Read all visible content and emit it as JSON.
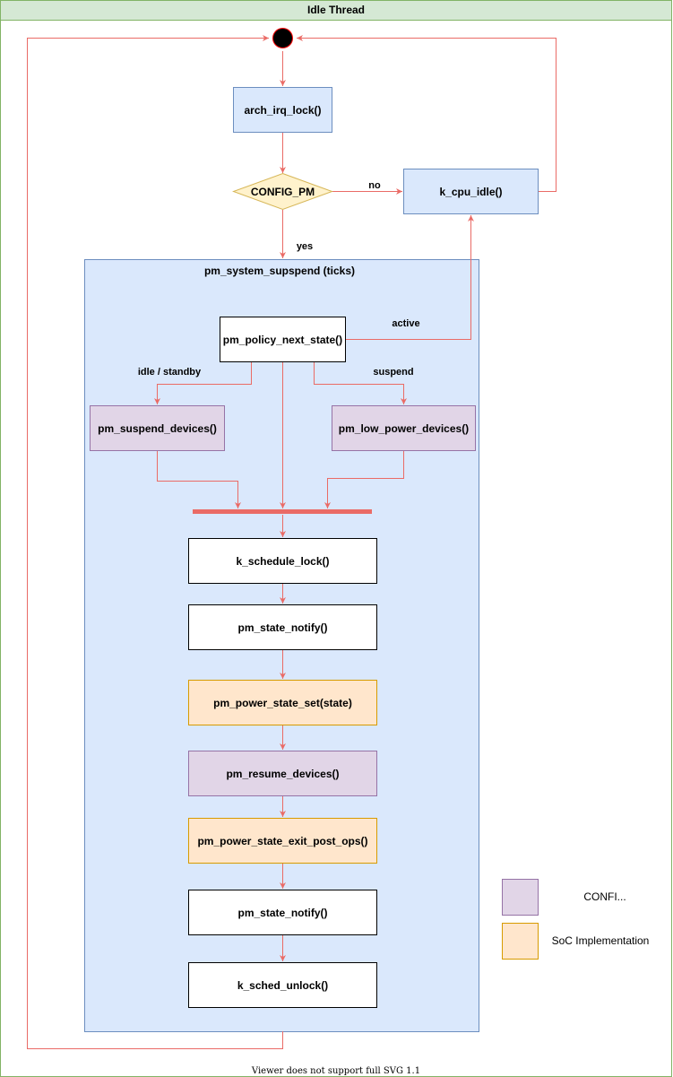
{
  "title": "Idle Thread",
  "nodes": {
    "arch_irq_lock": "arch_irq_lock()",
    "config_pm": "CONFIG_PM",
    "k_cpu_idle": "k_cpu_idle()",
    "container": "pm_system_supspend (ticks)",
    "policy_next_state": "pm_policy_next_state()",
    "suspend_devices": "pm_suspend_devices()",
    "low_power_devices": "pm_low_power_devices()",
    "schedule_lock": "k_schedule_lock()",
    "state_notify_1": "pm_state_notify()",
    "power_state_set": "pm_power_state_set(state)",
    "resume_devices": "pm_resume_devices()",
    "exit_post_ops": "pm_power_state_exit_post_ops()",
    "state_notify_2": "pm_state_notify()",
    "sched_unlock": "k_sched_unlock()"
  },
  "edge_labels": {
    "no": "no",
    "yes": "yes",
    "active": "active",
    "idle_standby": "idle / standby",
    "suspend": "suspend"
  },
  "legend": {
    "config_label": "CONFI...",
    "soc_label": "SoC Implementation"
  },
  "footer": "Viewer does not support full SVG 1.1",
  "colors": {
    "title_fill": "#d5e8d4",
    "title_stroke": "#82b366",
    "blue_fill": "#dae8fc",
    "blue_stroke": "#6c8ebf",
    "decision_fill": "#fff2cc",
    "decision_stroke": "#d6b656",
    "purple_fill": "#e1d5e7",
    "purple_stroke": "#9673a6",
    "orange_fill": "#ffe6cc",
    "orange_stroke": "#d79b00",
    "edge": "#ea6b66"
  }
}
